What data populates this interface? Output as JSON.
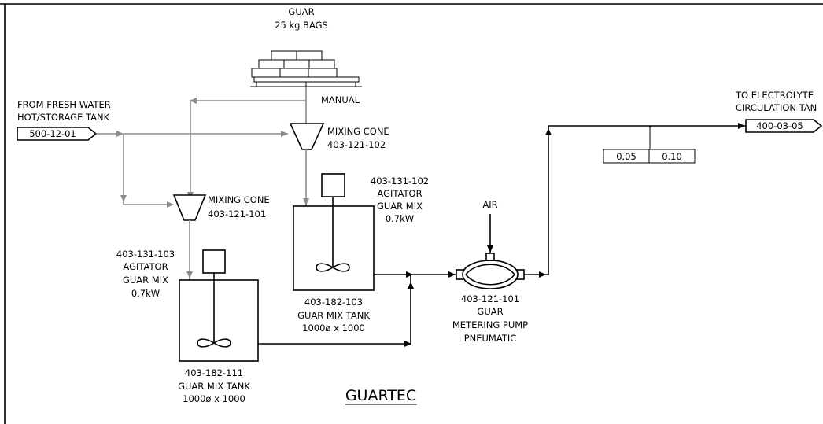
{
  "guar_bags": {
    "line1": "GUAR",
    "line2": "25 kg BAGS"
  },
  "manual_label": "MANUAL",
  "fresh_water": {
    "line1": "FROM FRESH WATER",
    "line2": "HOT/STORAGE TANK",
    "tag": "500-12-01"
  },
  "electrolyte": {
    "line1": "TO ELECTROLYTE",
    "line2": "CIRCULATION TAN",
    "tag": "400-03-05"
  },
  "setpoints": {
    "low": "0.05",
    "high": "0.10"
  },
  "mixing_cone_102": {
    "name": "MIXING CONE",
    "tag": "403-121-102"
  },
  "mixing_cone_101": {
    "name": "MIXING CONE",
    "tag": "403-121-101"
  },
  "agitator_102": {
    "tag": "403-131-102",
    "line1": "AGITATOR",
    "line2": "GUAR MIX",
    "power": "0.7kW"
  },
  "agitator_103": {
    "tag": "403-131-103",
    "line1": "AGITATOR",
    "line2": "GUAR MIX",
    "power": "0.7kW"
  },
  "tank_103": {
    "tag": "403-182-103",
    "name": "GUAR MIX TANK",
    "size": "1000ø x 1000"
  },
  "tank_111": {
    "tag": "403-182-111",
    "name": "GUAR MIX TANK",
    "size": "1000ø x 1000"
  },
  "air_label": "AIR",
  "pump": {
    "tag": "403-121-101",
    "line1": "GUAR",
    "line2": "METERING PUMP",
    "line3": "PNEUMATIC"
  },
  "title": "GUARTEC"
}
